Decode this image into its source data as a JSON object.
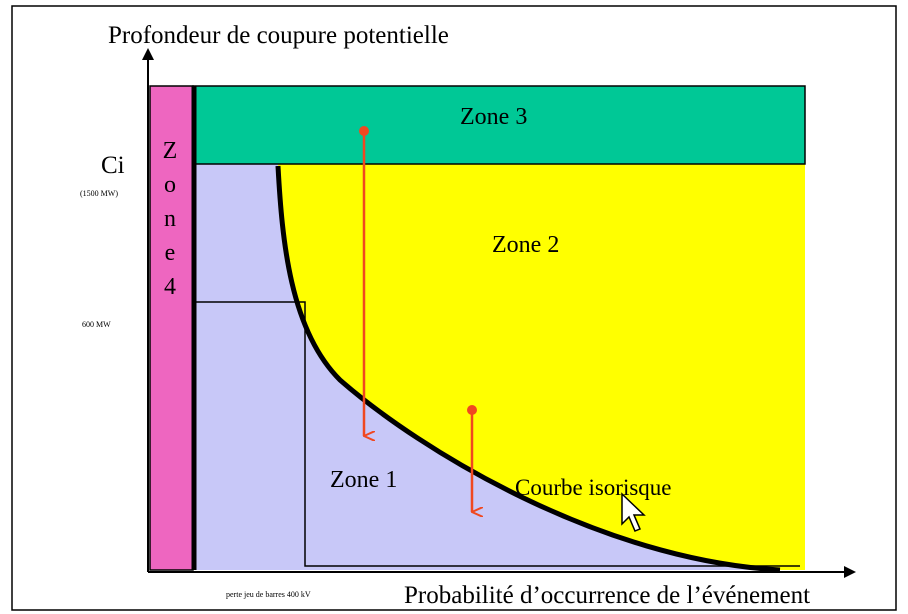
{
  "axes": {
    "y_title": "Profondeur de coupure potentielle",
    "x_title": "Probabilité d’occurrence de l’événement",
    "x_note": "perte jeu de barres 400 kV"
  },
  "levels": {
    "ci_label": "Ci",
    "ci_value": "(1500 MW)",
    "mid_value": "600 MW"
  },
  "zones": {
    "zone1": "Zone 1",
    "zone2": "Zone 2",
    "zone3": "Zone 3",
    "zone4_letters": [
      "Z",
      "o",
      "n",
      "e",
      "4"
    ]
  },
  "curve_label": "Courbe isorisque",
  "colors": {
    "zone1": "#c8c8f8",
    "zone2": "#ffff00",
    "zone3": "#00c896",
    "zone4": "#ee66c0",
    "arrows": "#f04820",
    "curve": "#000000"
  }
}
